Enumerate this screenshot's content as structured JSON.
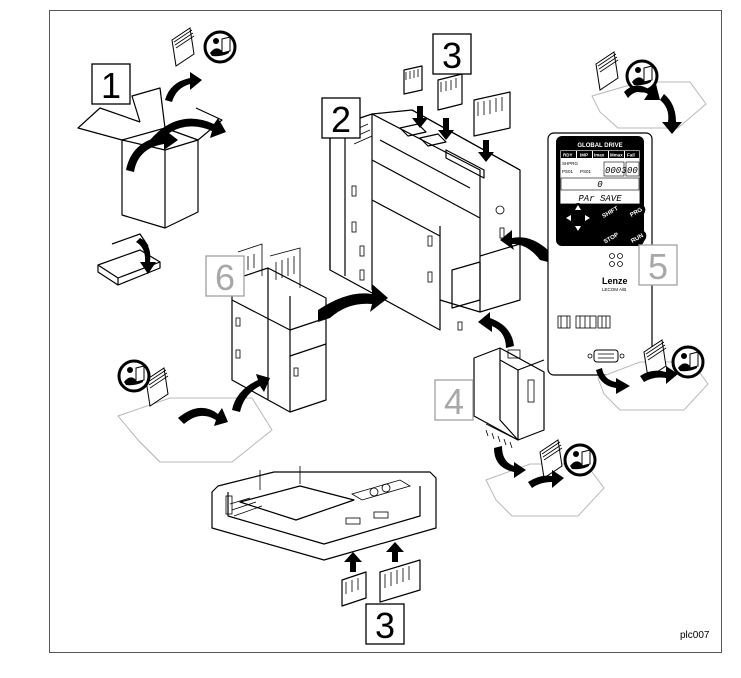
{
  "labels": {
    "step1": "1",
    "step2": "2",
    "step3_top": "3",
    "step3_bottom": "3",
    "step4": "4",
    "step5": "5",
    "step6": "6"
  },
  "keypad": {
    "header": "GLOBAL DRIVE",
    "status_tabs": [
      "RDY",
      "IMP",
      "Imax",
      "Mmax",
      "Fail"
    ],
    "code": "0003",
    "subcode": "00",
    "value": "0",
    "text_line": "PAr SAVE",
    "small_left_top": "SHPRG",
    "small_left_bottom": "PS01",
    "small_mid": "PS01",
    "buttons": {
      "shift": "SHIFT",
      "prg": "PRG",
      "stop": "STOP",
      "run": "RUN"
    },
    "brand": "Lenze",
    "brand_sub": "LECOM A/B"
  },
  "reference": "plc007",
  "icons": [
    "manual-icon",
    "box-icon",
    "arrow-icon"
  ]
}
